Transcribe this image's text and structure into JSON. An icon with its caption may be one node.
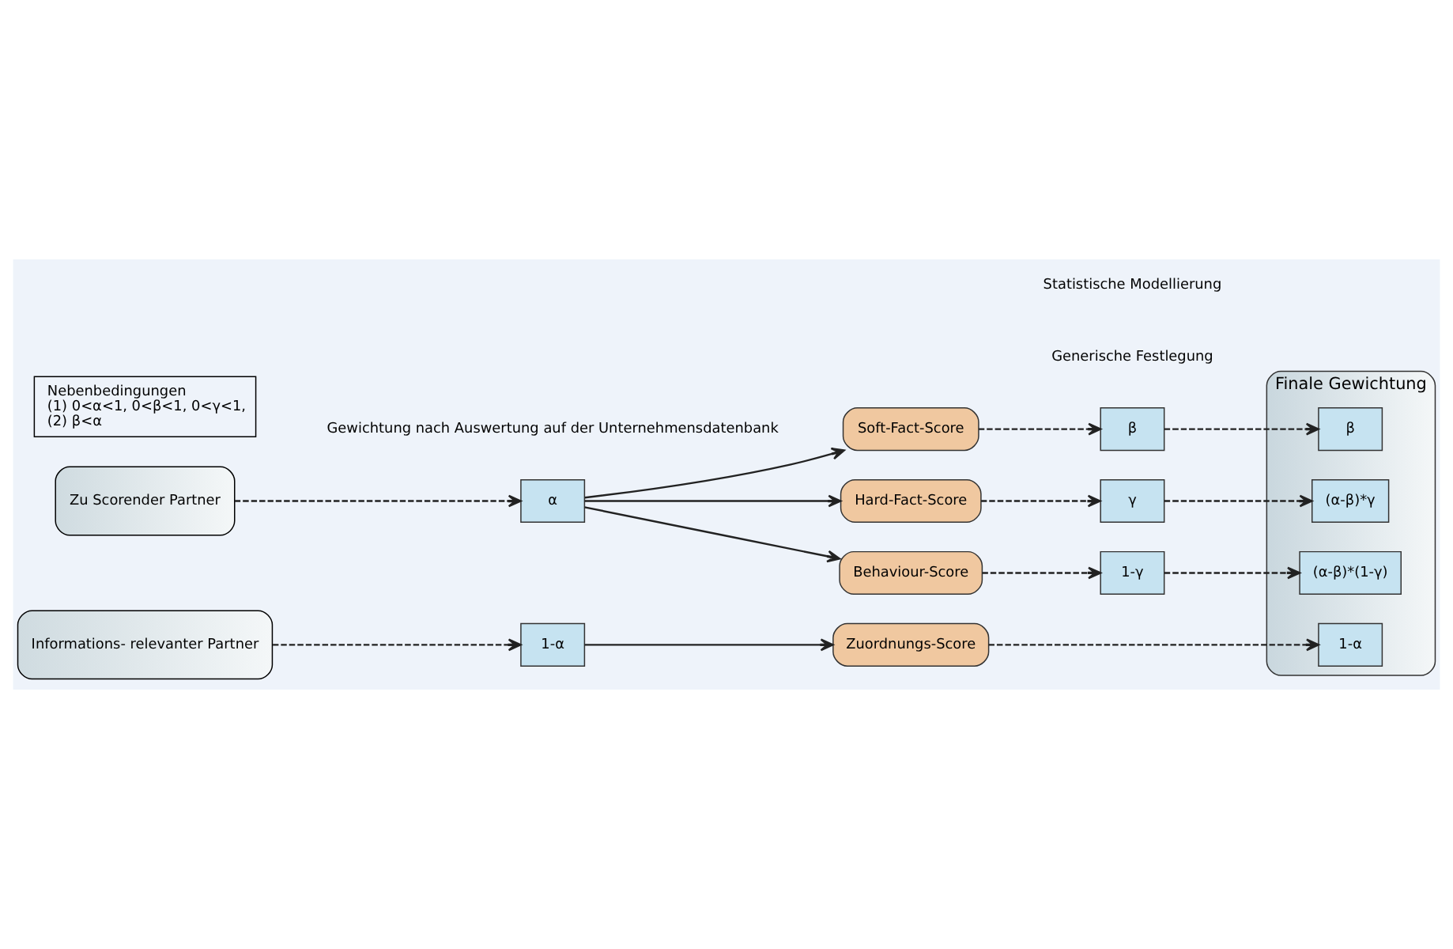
{
  "diagram": {
    "nodes": [
      {
        "text": [
          "Zu Scorender Partner"
        ]
      },
      {
        "text": [
          "α"
        ]
      },
      {
        "text": [
          "Soft-Fact-Score"
        ]
      },
      {
        "text": [
          "Hard-Fact-Score"
        ]
      },
      {
        "text": [
          "Behaviour-Score"
        ]
      },
      {
        "text": [
          "β"
        ]
      },
      {
        "text": [
          "γ"
        ]
      },
      {
        "text": [
          "1-γ"
        ]
      },
      {
        "text": [
          "Informations- relevanter Partner"
        ]
      },
      {
        "text": [
          "1-α"
        ]
      },
      {
        "text": [
          "Zuordnungs-Score"
        ]
      },
      {
        "text": [
          "Finale Gewichtung"
        ]
      },
      {
        "text": [
          "β"
        ],
        "in": 11
      },
      {
        "text": [
          "(α-β)*γ"
        ],
        "in": 11
      },
      {
        "text": [
          "(α-β)*(1-γ)"
        ],
        "in": 11
      },
      {
        "text": [
          "1-α"
        ],
        "in": 11
      },
      {
        "text": [
          "Nebenbedingungen",
          "(1) 0<α<1, 0<β<1, 0<γ<1,",
          "(2) β<α"
        ]
      }
    ],
    "edges": [
      {
        "from": 0,
        "to": 1,
        "arrow": "to",
        "style": "dashed"
      },
      {
        "from": 1,
        "to": 2,
        "arrow": "to"
      },
      {
        "from": 1,
        "to": 3,
        "arrow": "to"
      },
      {
        "from": 1,
        "to": 4,
        "arrow": "to"
      },
      {
        "from": 2,
        "to": 5,
        "arrow": "to",
        "style": "dashed"
      },
      {
        "from": 5,
        "to": 12,
        "arrow": "to",
        "style": "dashed"
      },
      {
        "from": 3,
        "to": 6,
        "arrow": "to",
        "style": "dashed"
      },
      {
        "from": 6,
        "to": 13,
        "arrow": "to",
        "style": "dashed"
      },
      {
        "from": 4,
        "to": 7,
        "arrow": "to",
        "style": "dashed"
      },
      {
        "from": 7,
        "to": 14,
        "arrow": "to",
        "style": "dashed"
      },
      {
        "from": 8,
        "to": 9,
        "arrow": "to",
        "style": "dashed"
      },
      {
        "from": 9,
        "to": 10,
        "arrow": "to"
      },
      {
        "from": 10,
        "to": 15,
        "arrow": "to",
        "style": "dashed"
      }
    ],
    "labels": [
      "Gewichtung nach Auswertung auf der Unternehmensdatenbank",
      "Generische Festlegung",
      "Statistische Modellierung"
    ]
  }
}
